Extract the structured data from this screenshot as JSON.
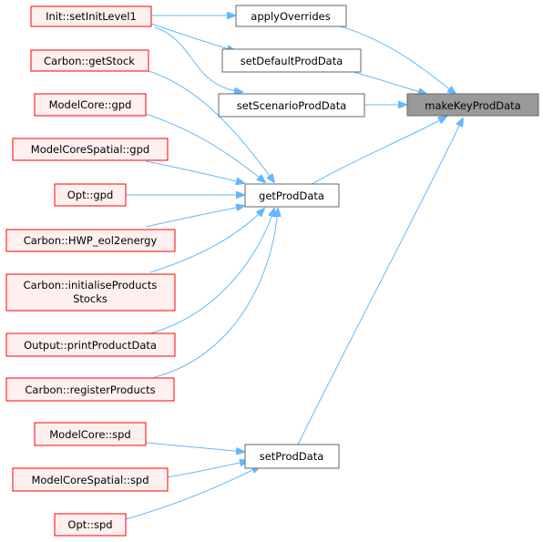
{
  "colors": {
    "edge": "#63b8ff",
    "red_border": "#ff0000",
    "red_fill": "#fff0f0",
    "plain_border": "#666666",
    "plain_fill": "#ffffff",
    "focus_fill": "#999999",
    "focus_border": "#666666",
    "text": "#000000"
  },
  "nodes": {
    "init_setinitlevel1": {
      "label": "Init::setInitLevel1"
    },
    "carbon_getstock": {
      "label": "Carbon::getStock"
    },
    "modelcore_gpd": {
      "label": "ModelCore::gpd"
    },
    "modelcorespatial_gpd": {
      "label": "ModelCoreSpatial::gpd"
    },
    "opt_gpd": {
      "label": "Opt::gpd"
    },
    "carbon_hwp_eol2energy": {
      "label": "Carbon::HWP_eol2energy"
    },
    "carbon_initialiseproductsstocks": {
      "label_line1": "Carbon::initialiseProducts",
      "label_line2": "Stocks"
    },
    "output_printproductdata": {
      "label": "Output::printProductData"
    },
    "carbon_registerproducts": {
      "label": "Carbon::registerProducts"
    },
    "modelcore_spd": {
      "label": "ModelCore::spd"
    },
    "modelcorespatial_spd": {
      "label": "ModelCoreSpatial::spd"
    },
    "opt_spd": {
      "label": "Opt::spd"
    },
    "applyoverrides": {
      "label": "applyOverrides"
    },
    "setdefaultproddata": {
      "label": "setDefaultProdData"
    },
    "setscenarioproddata": {
      "label": "setScenarioProdData"
    },
    "getproddata": {
      "label": "getProdData"
    },
    "setproddata": {
      "label": "setProdData"
    },
    "makekeyproddata": {
      "label": "makeKeyProdData"
    }
  }
}
